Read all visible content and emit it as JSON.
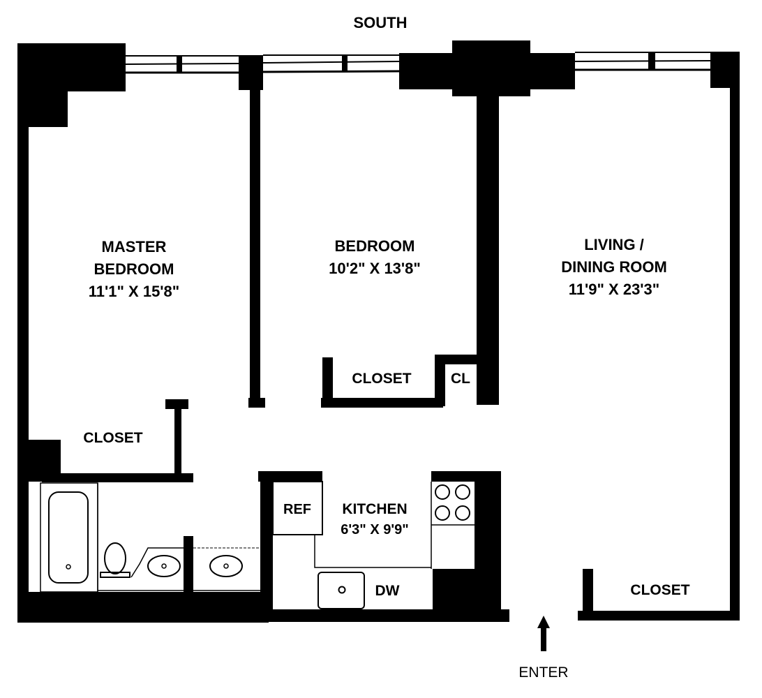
{
  "orientation": {
    "label": "SOUTH"
  },
  "rooms": {
    "master_bedroom": {
      "name_line1": "MASTER",
      "name_line2": "BEDROOM",
      "dims": "11'1\" X 15'8\""
    },
    "bedroom": {
      "name": "BEDROOM",
      "dims": "10'2\" X 13'8\""
    },
    "living_dining": {
      "name_line1": "LIVING /",
      "name_line2": "DINING ROOM",
      "dims": "11'9\" X 23'3\""
    },
    "kitchen": {
      "name": "KITCHEN",
      "dims": "6'3\" X 9'9\""
    }
  },
  "closets": {
    "master_closet": "CLOSET",
    "bedroom_closet": "CLOSET",
    "small_closet": "CL",
    "entry_closet": "CLOSET"
  },
  "appliances": {
    "refrigerator": "REF",
    "dishwasher": "DW"
  },
  "entry": {
    "label": "ENTER"
  },
  "colors": {
    "wall": "#000000",
    "background": "#ffffff"
  }
}
